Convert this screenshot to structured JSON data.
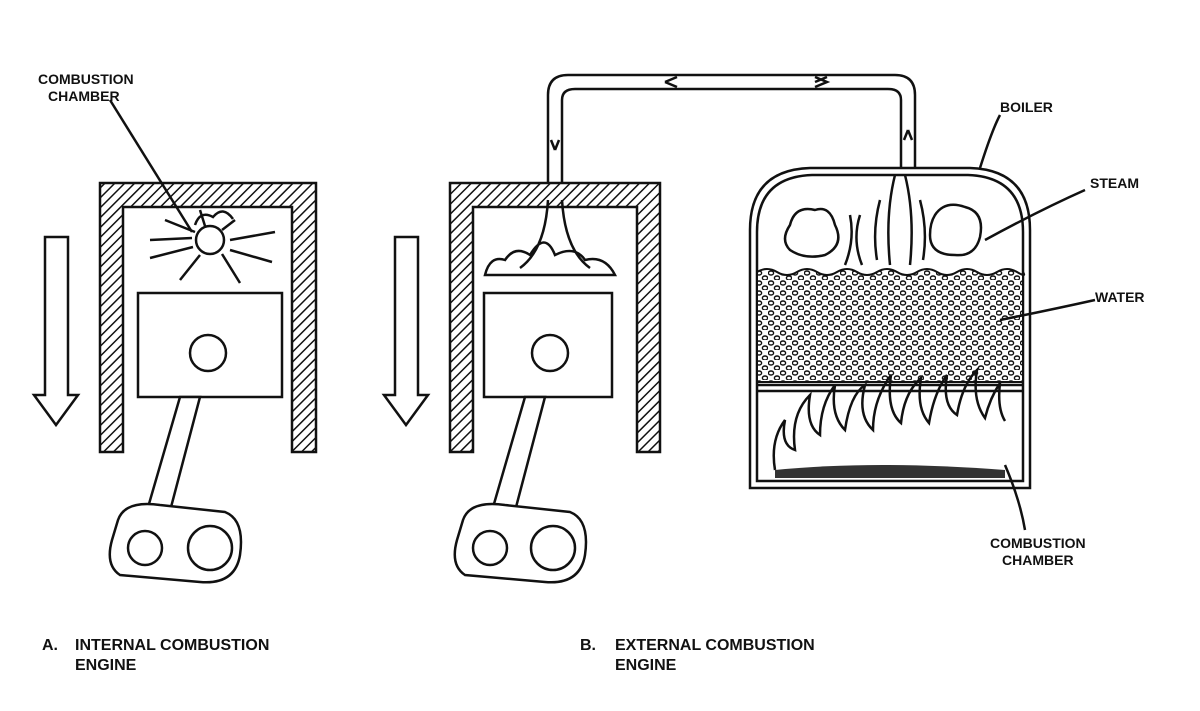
{
  "engine_a": {
    "label_line1": "COMBUSTION",
    "label_line2": "CHAMBER",
    "caption_letter": "A.",
    "caption_line1": "INTERNAL COMBUSTION",
    "caption_line2": "ENGINE"
  },
  "engine_b": {
    "caption_letter": "B.",
    "caption_line1": "EXTERNAL COMBUSTION",
    "caption_line2": "ENGINE",
    "boiler_label": "BOILER",
    "steam_label": "STEAM",
    "water_label": "WATER",
    "chamber_line1": "COMBUSTION",
    "chamber_line2": "CHAMBER"
  }
}
